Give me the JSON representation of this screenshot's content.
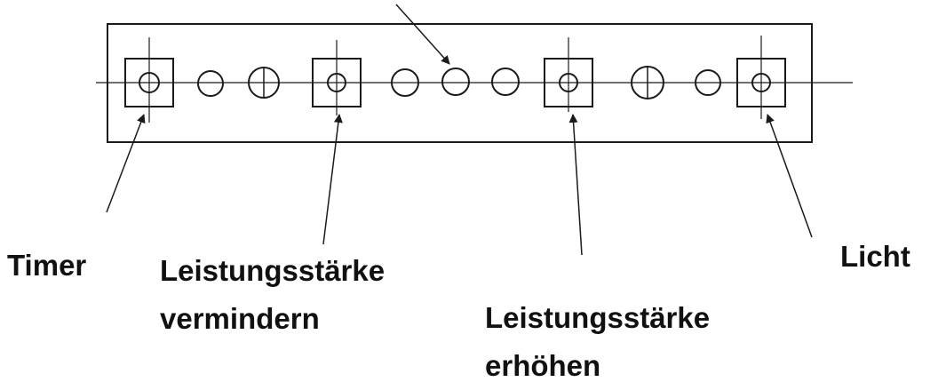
{
  "labels": {
    "timer": "Timer",
    "power_decrease_line1": "Leistungsstärke",
    "power_decrease_line2": "vermindern",
    "power_increase_line1": "Leistungsstärke",
    "power_increase_line2": "erhöhen",
    "light": "Licht"
  },
  "panel": {
    "controls": [
      {
        "kind": "square-button",
        "name": "timer"
      },
      {
        "kind": "indicator"
      },
      {
        "kind": "knob"
      },
      {
        "kind": "square-button",
        "name": "power-decrease"
      },
      {
        "kind": "indicator"
      },
      {
        "kind": "indicator"
      },
      {
        "kind": "indicator"
      },
      {
        "kind": "square-button",
        "name": "power-increase"
      },
      {
        "kind": "knob"
      },
      {
        "kind": "indicator"
      },
      {
        "kind": "square-button",
        "name": "light"
      }
    ]
  },
  "colors": {
    "line": "#1a1a1a",
    "text": "#111111",
    "background": "#ffffff"
  }
}
